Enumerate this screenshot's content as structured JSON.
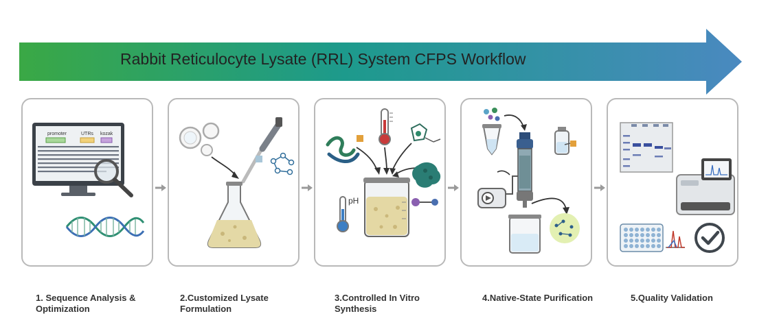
{
  "banner": {
    "title": "Rabbit Reticulocyte Lysate (RRL) System CFPS Workflow",
    "gradient": [
      "#3aa845",
      "#1d9a8c",
      "#4a89c0"
    ]
  },
  "steps": [
    {
      "label_line1": "1. Sequence Analysis &",
      "label_line2": "Optimization",
      "screen_labels": [
        "promoter",
        "UTRs",
        "kozak"
      ],
      "icons": [
        "monitor-icon",
        "magnifier-icon",
        "dna-helix-icon"
      ]
    },
    {
      "label_line1": "2.Customized Lysate",
      "label_line2": "Formulation",
      "icons": [
        "cell-icon",
        "pipette-icon",
        "flask-icon",
        "molecule-icon"
      ]
    },
    {
      "label_line1": "3.Controlled In Vitro",
      "label_line2": "Synthesis",
      "ph_label": "pH",
      "icons": [
        "protein-icon",
        "thermometer-icon",
        "beaker-icon",
        "ph-thermometer-icon",
        "ribosome-icon"
      ]
    },
    {
      "label_line1": "4.Native-State Purification",
      "label_line2": "",
      "icons": [
        "tube-icon",
        "column-icon",
        "pump-icon",
        "vial-icon",
        "beaker-icon",
        "purified-protein-icon"
      ]
    },
    {
      "label_line1": "5.Quality Validation",
      "label_line2": "",
      "icons": [
        "gel-icon",
        "instrument-icon",
        "plate-icon",
        "spectrum-icon",
        "checkmark-icon"
      ]
    }
  ]
}
